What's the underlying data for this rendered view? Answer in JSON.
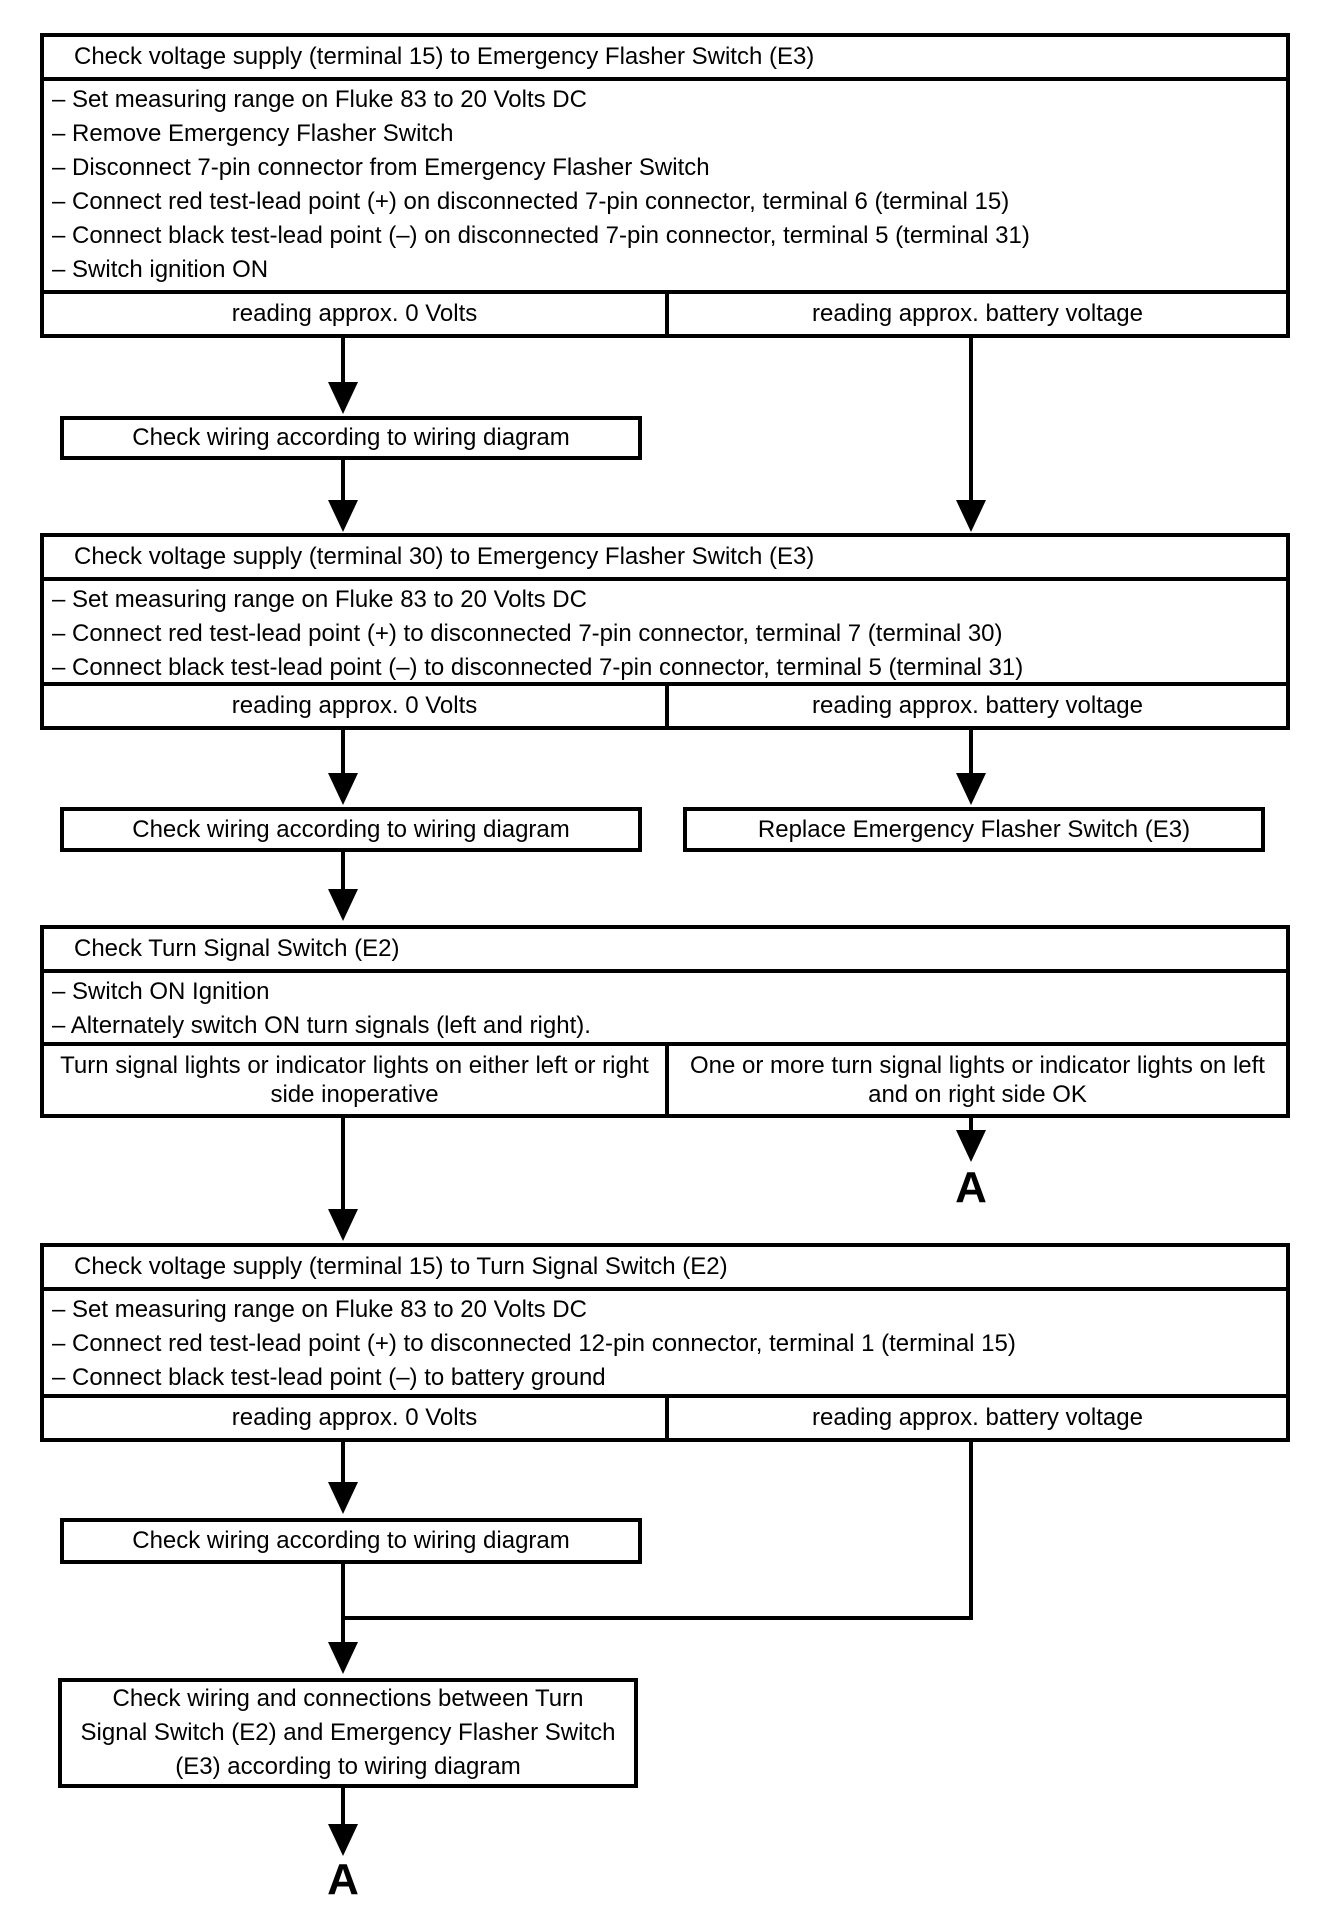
{
  "page": {
    "kind": "automotive diagnostic troubleshooting flowchart",
    "ink_color": "#000000",
    "paper_color": "#ffffff"
  },
  "blocks": [
    {
      "title": "Check voltage supply (terminal 15) to Emergency Flasher Switch (E3)",
      "steps": [
        "– Set measuring range on Fluke 83 to 20 Volts DC",
        "– Remove Emergency Flasher Switch",
        "– Disconnect 7-pin connector from Emergency Flasher Switch",
        "– Connect red test-lead point (+) on disconnected 7-pin connector, terminal 6 (terminal 15)",
        "– Connect black test-lead point (–) on disconnected 7-pin connector, terminal 5 (terminal 31)",
        "– Switch ignition ON"
      ],
      "outcomes": [
        "reading approx. 0 Volts",
        "reading approx. battery voltage"
      ]
    },
    {
      "title": "Check voltage supply (terminal 30) to Emergency Flasher Switch (E3)",
      "steps": [
        "– Set measuring range on Fluke 83 to 20 Volts DC",
        "– Connect red test-lead point (+) to disconnected 7-pin connector, terminal 7 (terminal 30)",
        "– Connect black test-lead point (–) to disconnected 7-pin connector, terminal 5 (terminal 31)"
      ],
      "outcomes": [
        "reading approx. 0 Volts",
        "reading approx. battery voltage"
      ]
    },
    {
      "title": "Check Turn Signal Switch (E2)",
      "steps": [
        "– Switch ON Ignition",
        "– Alternately switch ON turn signals (left and right)."
      ],
      "outcomes": [
        "Turn signal lights or indicator lights on either left or right side inoperative",
        "One or more turn signal lights or indicator lights on left and on right side OK"
      ]
    },
    {
      "title": "Check voltage supply (terminal 15) to Turn Signal Switch (E2)",
      "steps": [
        "– Set measuring range on Fluke 83 to 20 Volts DC",
        "– Connect red test-lead point (+) to disconnected 12-pin connector, terminal 1 (terminal 15)",
        "– Connect black test-lead point (–) to battery ground"
      ],
      "outcomes": [
        "reading approx. 0 Volts",
        "reading approx. battery voltage"
      ]
    }
  ],
  "actions": {
    "check_wiring": "Check wiring according to wiring diagram",
    "replace_switch": "Replace Emergency Flasher Switch (E3)",
    "final_check": "Check wiring and connections between Turn Signal Switch (E2) and Emergency Flasher Switch (E3) according to wiring diagram"
  },
  "labels": {
    "connector_a": "A"
  }
}
